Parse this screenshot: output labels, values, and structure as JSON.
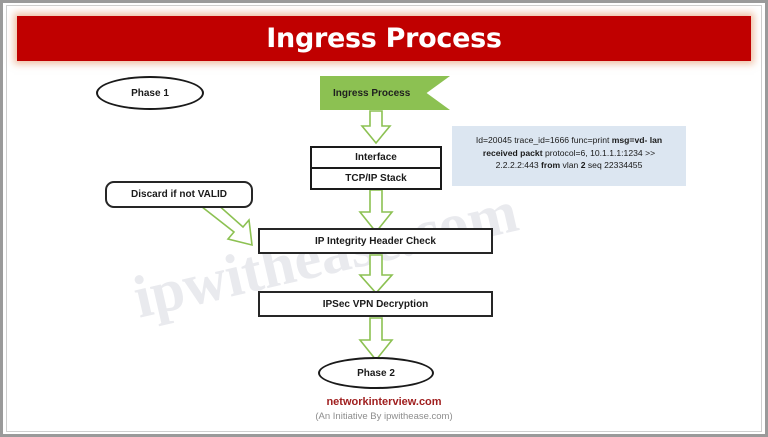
{
  "header": {
    "title": "Ingress Process",
    "bar_color": "#C00000",
    "title_color": "#FFFFFF"
  },
  "watermark": {
    "text": "ipwithease.com"
  },
  "diagram": {
    "phase_start": {
      "label": "Phase 1",
      "shape": "ellipse"
    },
    "ribbon": {
      "label": "Ingress Process",
      "color": "#8CC152",
      "shape": "pentagon-ribbon"
    },
    "stack": {
      "rows": [
        {
          "label": "Interface"
        },
        {
          "label": "TCP/IP Stack"
        }
      ]
    },
    "discard_note": {
      "label": "Discard if not VALID",
      "shape": "rounded-rect"
    },
    "steps": [
      {
        "label": "IP Integrity Header Check"
      },
      {
        "label": "IPSec VPN Decryption"
      }
    ],
    "phase_end": {
      "label": "Phase 2",
      "shape": "ellipse"
    },
    "arrow_color": "#8CC152"
  },
  "log_box": {
    "background": "#DCE6F1",
    "line1_plain_a": "Id=20045 trace_id=1666 func=print ",
    "line1_bold": "msg=vd-",
    "line2_bold": "lan received packt",
    "line2_plain": " protocol=6, 10.1.1.1:1234",
    "line3_plain_a": ">> 2.2.2.2:443 ",
    "line3_bold_a": "from",
    "line3_plain_b": " vlan ",
    "line3_bold_b": "2",
    "line3_plain_c": " seq 22334455"
  },
  "footer": {
    "site": "networkinterview.com",
    "initiative": "(An Initiative By ipwithease.com)",
    "site_color": "#A02020"
  }
}
